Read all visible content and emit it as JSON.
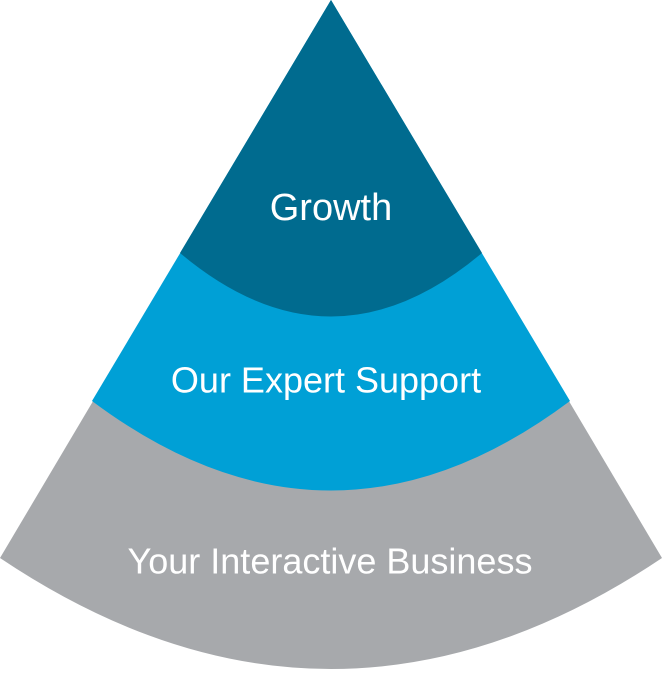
{
  "layers": [
    {
      "id": "top",
      "label": "Growth",
      "color": "#006b8f"
    },
    {
      "id": "middle",
      "label": "Our Expert Support",
      "color": "#00a0d6"
    },
    {
      "id": "bottom",
      "label": "Your Interactive Business",
      "color": "#a7a9ac"
    }
  ]
}
